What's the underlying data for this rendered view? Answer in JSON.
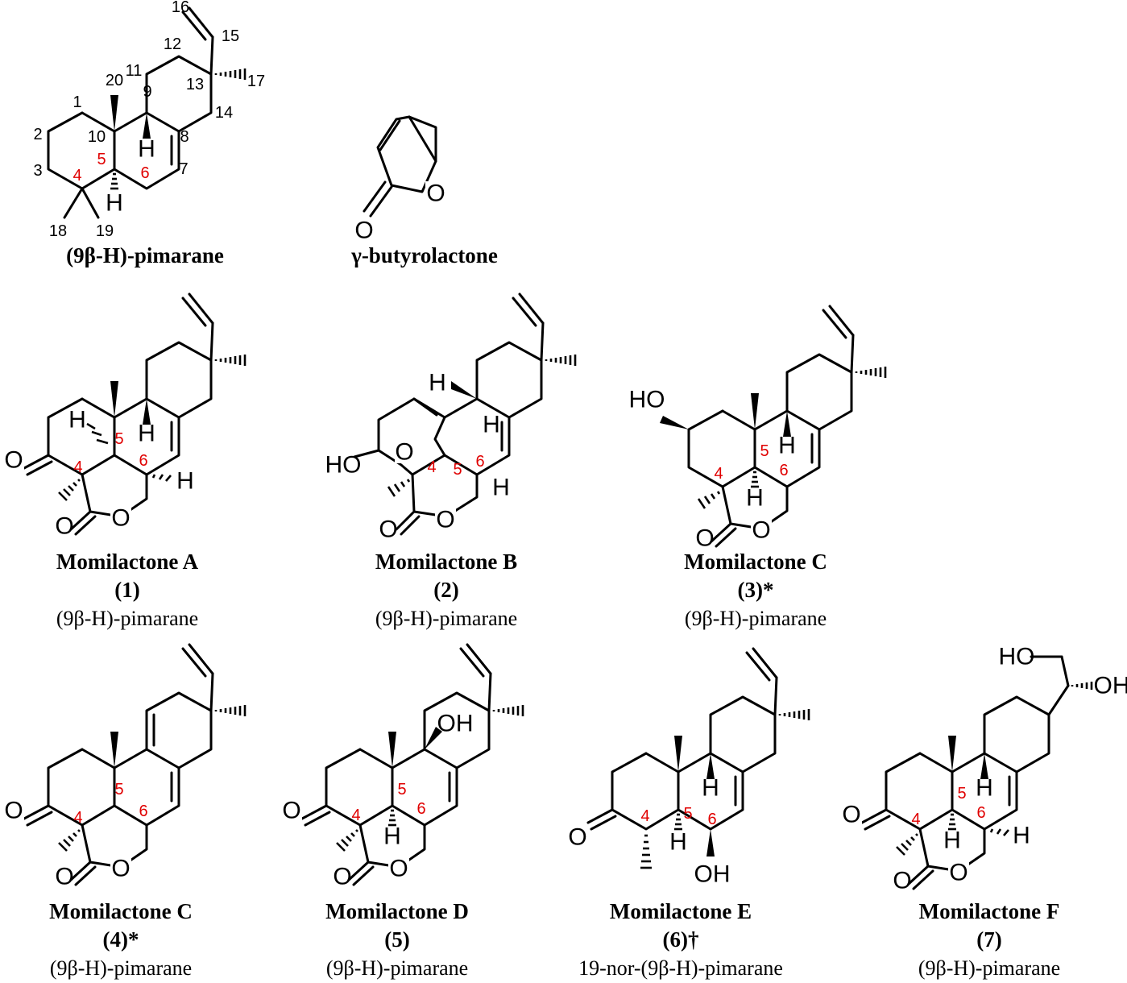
{
  "reference": {
    "pimarane": {
      "label": "(9β-H)-pimarane",
      "atom_numbers": [
        "1",
        "2",
        "3",
        "4",
        "5",
        "6",
        "7",
        "8",
        "9",
        "10",
        "11",
        "12",
        "13",
        "14",
        "15",
        "16",
        "17",
        "18",
        "19",
        "20"
      ],
      "h_label": "H"
    },
    "lactone": {
      "label": "γ-butyrolactone",
      "o_label": "O"
    }
  },
  "atoms": {
    "O": "O",
    "H": "H",
    "OH": "OH",
    "HO": "HO"
  },
  "red_numbers": {
    "n4": "4",
    "n5": "5",
    "n6": "6"
  },
  "compounds": [
    {
      "name": "Momilactone A",
      "number": "(1)",
      "skeleton": "(9β-H)-pimarane"
    },
    {
      "name": "Momilactone B",
      "number": "(2)",
      "skeleton": "(9β-H)-pimarane"
    },
    {
      "name": "Momilactone C",
      "number": "(3)*",
      "skeleton": "(9β-H)-pimarane"
    },
    {
      "name": "Momilactone C",
      "number": "(4)*",
      "skeleton": "(9β-H)-pimarane"
    },
    {
      "name": "Momilactone D",
      "number": "(5)",
      "skeleton": "(9β-H)-pimarane"
    },
    {
      "name": "Momilactone E",
      "number": "(6)†",
      "skeleton": "19-nor-(9β-H)-pimarane"
    },
    {
      "name": "Momilactone F",
      "number": "(7)",
      "skeleton": "(9β-H)-pimarane"
    }
  ]
}
